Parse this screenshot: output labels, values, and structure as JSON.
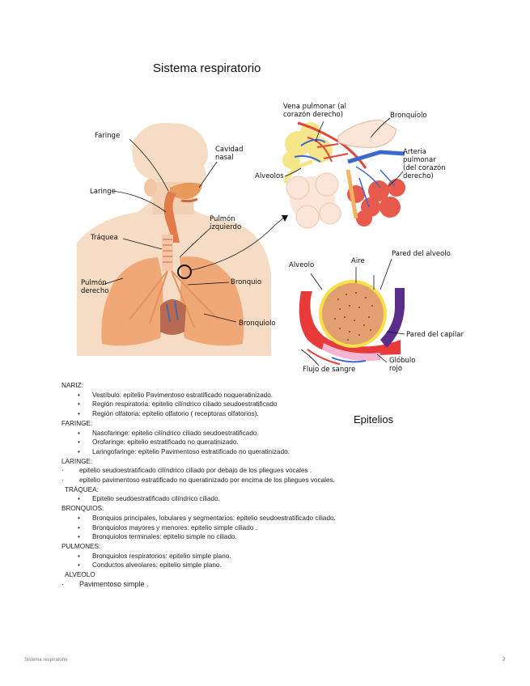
{
  "title": "Sistema respiratorio",
  "diagram_labels": {
    "faringe": "Faringe",
    "cavidad_nasal": "Cavidad nasal",
    "laringe": "Laringe",
    "pulmon_izquierdo": "Pulmón izquierdo",
    "traquea": "Tráquea",
    "pulmon_derecho": "Pulmón derecho",
    "bronquio": "Bronquio",
    "bronquiolo_left": "Bronquiolo",
    "vena_pulmonar": "Vena pulmonar (al corazón derecho)",
    "bronquiolo_right": "Bronquiolo",
    "arteria_pulmonar": "Arteria pulmonar (del corazón derecho)",
    "alveolos": "Alveolos",
    "alveolo": "Alveolo",
    "aire": "Aire",
    "pared_alveolo": "Pared del alveolo",
    "pared_capilar": "Pared del capilar",
    "globulo_rojo": "Glóbulo rojo",
    "flujo_sangre": "Flujo de sangre"
  },
  "notes": {
    "nariz": {
      "heading": "NARIZ:",
      "items": [
        "Vestíbulo: epitelio Pavimentoso estratificado noqueratinizado.",
        "Región respiratoria: epitelio cilíndrico ciliado seudoestratificado",
        "Región olfatoria: epitelio olfatorio ( receptoras olfatorios)."
      ]
    },
    "faringe": {
      "heading": "FARINGE:",
      "items": [
        "Nasofaringe: epitelio cilíndrico ciliado seudoestratificado.",
        "Orofaringe: epitelio estratificado no queratinizado.",
        "Laringofaringe: epitelio Pavimentoso estratificado no queratinizado."
      ]
    },
    "laringe": {
      "heading": "LARINGE:",
      "items": [
        "epitelio seudoestratificado cilíndrico ciliado por debajo de los pliegues vocales .",
        "epitelio pavimentoso estratificado no queratinizado por encima de los pliegues vocales."
      ]
    },
    "traquea": {
      "heading": "TRÁQUEA:",
      "items": [
        "Epitelio seudoestratificado cilíndrico ciliado."
      ]
    },
    "bronquios": {
      "heading": "BRONQUIOS:",
      "items": [
        "Bronquios principales, lobulares y segmentarios: epitelio seudoestratificado ciliado.",
        "Bronquiolos mayores y menores: epitelio simple ciliado .",
        "Bronquiolos terminales: epitelio simple no ciliado."
      ]
    },
    "pulmones": {
      "heading": "PULMONES:",
      "items": [
        "Bronquiolos respiratorios: epitelio simple plano.",
        "Conductos alveolares: epitelio simple plano."
      ]
    },
    "alveolo": {
      "heading": "ALVEOLO",
      "items": [
        "Pavimentoso simple ."
      ]
    }
  },
  "side_heading": "Epitelios",
  "footer": {
    "left": "Sistema respiratorio",
    "page": "2"
  }
}
